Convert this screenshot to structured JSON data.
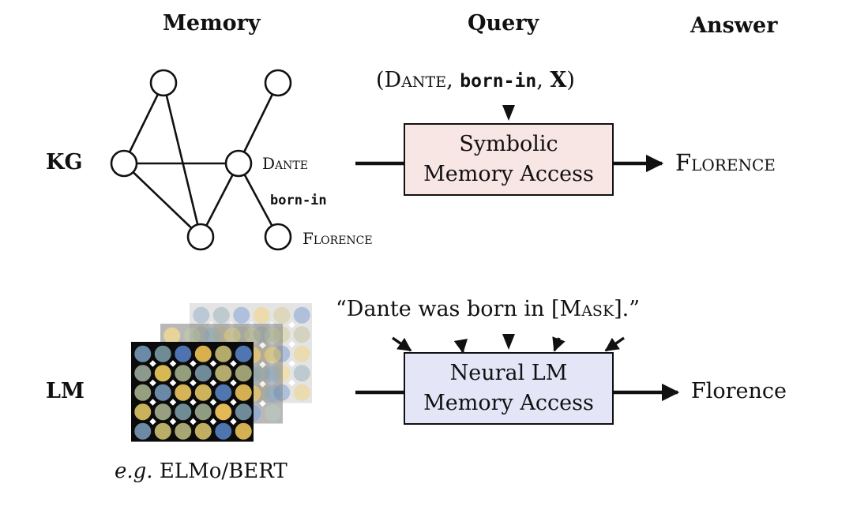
{
  "headers": {
    "memory": "Memory",
    "query": "Query",
    "answer": "Answer"
  },
  "rows": {
    "kg": "KG",
    "lm": "LM"
  },
  "kg": {
    "node_labels": {
      "dante": "Dante",
      "florence": "Florence"
    },
    "edge_label": "born-in",
    "query": {
      "open": "(",
      "subject": "Dante",
      "sep1": ", ",
      "relation": "born-in",
      "sep2": ", ",
      "object": "X",
      "close": ")"
    },
    "box": {
      "line1": "Symbolic",
      "line2": "Memory Access",
      "fill": "#f7e6e3"
    },
    "answer": "Florence"
  },
  "lm": {
    "query": {
      "prefix": "“Dante was born in [",
      "mask": "Mask",
      "suffix": "].”"
    },
    "box": {
      "line1": "Neural LM",
      "line2": "Memory Access",
      "fill": "#e4e6f8"
    },
    "answer": "Florence",
    "caption": {
      "eg": "e.g.",
      "models": " ELMo/BERT"
    },
    "grid_colors": [
      "#6a8aa8",
      "#6f8b94",
      "#4d74b0",
      "#d8b04e",
      "#b4ab6a",
      "#4f76b0",
      "#8c9a8e",
      "#d7b855",
      "#949e7c",
      "#6f8b99",
      "#b3aa6c",
      "#9f9f74",
      "#969f7e",
      "#6a89a6",
      "#d4b457",
      "#ccb35c",
      "#4f76ae",
      "#d5b053",
      "#c9b25c",
      "#979f80",
      "#6f8b94",
      "#8f9c82",
      "#e2b956",
      "#6f8b99",
      "#6d8aa4",
      "#b9ae68",
      "#a8a673",
      "#c2ae61",
      "#4f75ae",
      "#d4b052"
    ]
  }
}
